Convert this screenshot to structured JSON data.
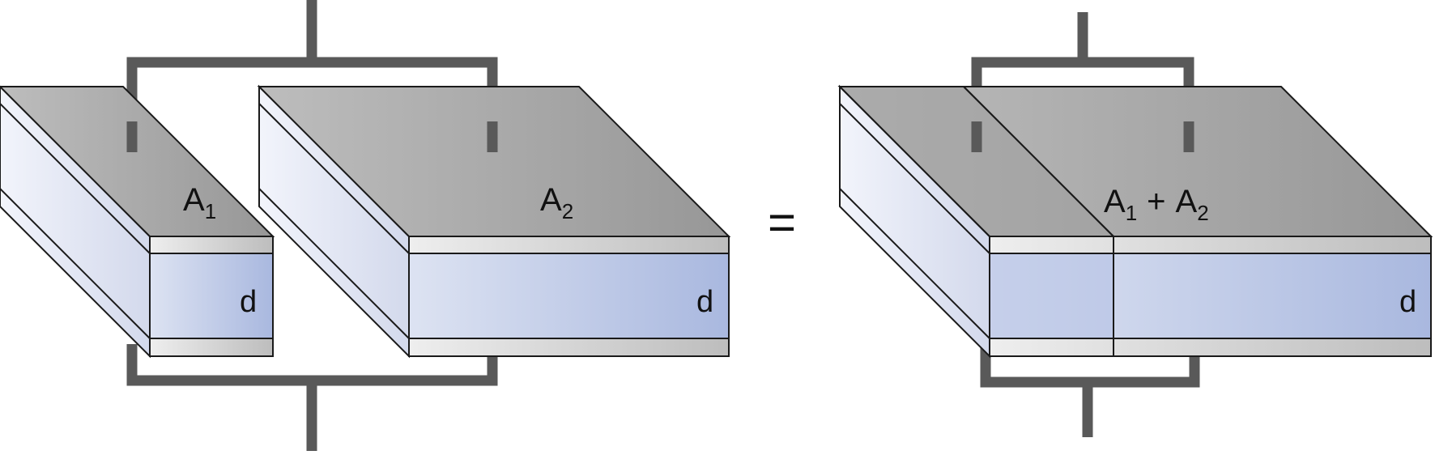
{
  "left_capacitors": {
    "a1": {
      "area_label": "A",
      "area_subscript": "1",
      "thickness_label": "d"
    },
    "a2": {
      "area_label": "A",
      "area_subscript": "2",
      "thickness_label": "d"
    }
  },
  "equals_sign": "=",
  "combined_capacitor": {
    "area_label_1": "A",
    "area_subscript_1": "1",
    "plus": "+",
    "area_label_2": "A",
    "area_subscript_2": "2",
    "thickness_label": "d"
  },
  "colors": {
    "wire": "#595959",
    "top_plate_light": "#bdbdbd",
    "top_plate_dark": "#979797",
    "dielectric_light": "#e3e8f4",
    "dielectric_dark": "#a9b8df",
    "side_light": "#f2f4fb",
    "side_dark": "#d6dcee",
    "plate_edge": "#cfcfcf",
    "outline": "#1a1a1a"
  }
}
